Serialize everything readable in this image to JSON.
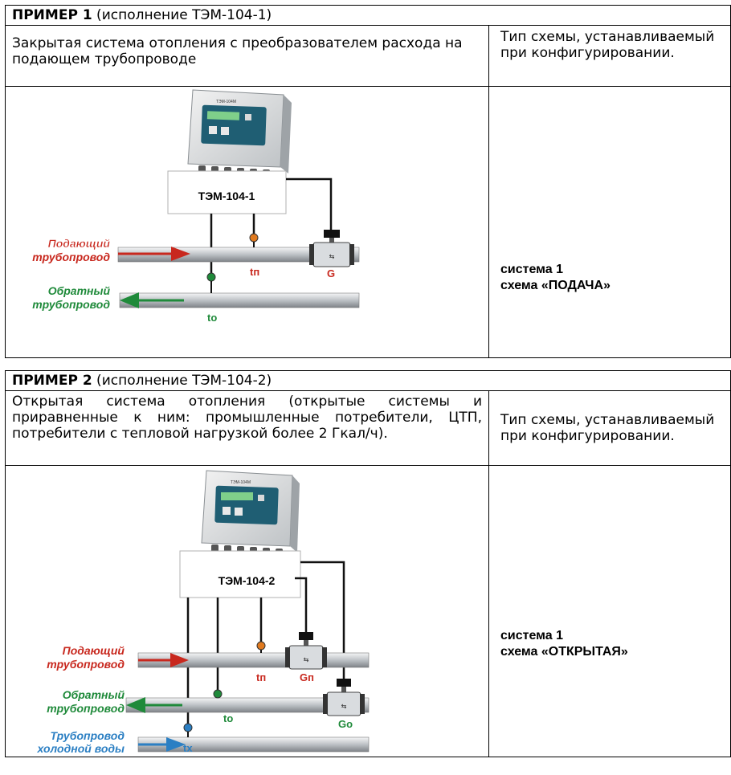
{
  "example1": {
    "header_bold": "ПРИМЕР 1",
    "header_rest": " (исполнение ТЭМ-104-1)",
    "description": "Закрытая система отопления с преобразователем расхода на подающем трубопроводе",
    "scheme_note": "Тип схемы, устанавливаемый при конфигурировании.",
    "system_line1": "система 1",
    "system_line2": "схема «ПОДАЧА»",
    "diagram": {
      "device_label": "ТЭМ-104-1",
      "device_screen_label": "ТЭМ-104М",
      "supply_label_1": "Подающий",
      "supply_label_2": "трубопровод",
      "return_label_1": "Обратный",
      "return_label_2": "трубопровод",
      "sensor_tp": "tп",
      "sensor_to": "tо",
      "flow_g": "G"
    }
  },
  "example2": {
    "header_bold": "ПРИМЕР 2",
    "header_rest": " (исполнение ТЭМ-104-2)",
    "description": "Открытая система отопления (открытые системы и приравненные к ним: промышленные потребители, ЦТП, потребители с тепловой нагрузкой более 2 Гкал/ч).",
    "scheme_note": "Тип схемы, устанавливаемый при конфигурировании.",
    "system_line1": "система 1",
    "system_line2": "схема «ОТКРЫТАЯ»",
    "diagram": {
      "device_label": "ТЭМ-104-2",
      "device_screen_label": "ТЭМ-104М",
      "supply_label_1": "Подающий",
      "supply_label_2": "трубопровод",
      "return_label_1": "Обратный",
      "return_label_2": "трубопровод",
      "cold_label_1": "Трубопровод",
      "cold_label_2": "холодной воды",
      "sensor_tp": "tп",
      "sensor_to": "tо",
      "sensor_tx": "tх",
      "flow_gp": "Gп",
      "flow_go": "Gо"
    }
  },
  "colors": {
    "supply": "#c8281e",
    "return": "#1f8a3a",
    "cold": "#2b7fc3",
    "pipe": "#c9ccd0",
    "device_panel": "#1f5e73"
  }
}
